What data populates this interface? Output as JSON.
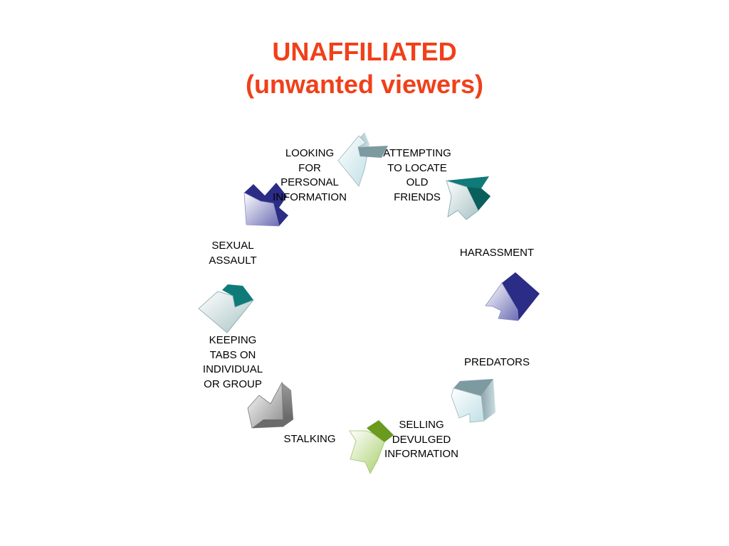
{
  "title": {
    "line1": "UNAFFILIATED",
    "line2": "(unwanted viewers)"
  },
  "cycle": {
    "items": [
      {
        "label": "LOOKING\nFOR\nPERSONAL\nINFORMATION",
        "arrow_color": "#d9eef2",
        "arrow_icon": "cycle-arrow-icon"
      },
      {
        "label": "ATTEMPTING\nTO LOCATE\nOLD\nFRIENDS",
        "arrow_color": "#0e7b78",
        "arrow_icon": "cycle-arrow-icon"
      },
      {
        "label": "HARASSMENT",
        "arrow_color": "#2b2c85",
        "arrow_icon": "cycle-arrow-icon"
      },
      {
        "label": "PREDATORS",
        "arrow_color": "#8fa3a8",
        "arrow_icon": "cycle-arrow-icon"
      },
      {
        "label": "SELLING\nDEVULGED\nINFORMATION",
        "arrow_color": "#6a9a1e",
        "arrow_icon": "cycle-arrow-icon"
      },
      {
        "label": "STALKING",
        "arrow_color": "#8a8a8a",
        "arrow_icon": "cycle-arrow-icon"
      },
      {
        "label": "KEEPING\nTABS ON\nINDIVIDUAL\nOR GROUP",
        "arrow_color": "#0e7b78",
        "arrow_icon": "cycle-arrow-icon"
      },
      {
        "label": "SEXUAL\nASSAULT",
        "arrow_color": "#2b2c85",
        "arrow_icon": "cycle-arrow-icon"
      }
    ]
  },
  "colors": {
    "title": "#f0401a",
    "text": "#000000",
    "background": "#ffffff"
  }
}
